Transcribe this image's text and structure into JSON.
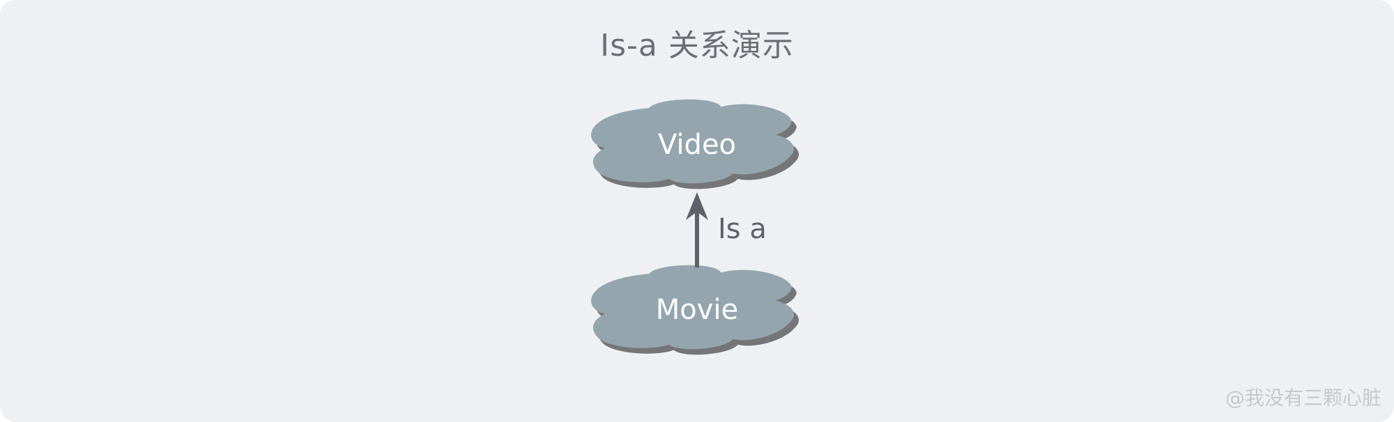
{
  "diagram": {
    "title": "Is-a 关系演示",
    "nodes": [
      {
        "id": "video",
        "label": "Video"
      },
      {
        "id": "movie",
        "label": "Movie"
      }
    ],
    "edges": [
      {
        "from": "movie",
        "to": "video",
        "label": "Is a"
      }
    ]
  },
  "colors": {
    "background": "#eff0f3",
    "cloud_fill": "#95a5ad",
    "cloud_shadow": "#6f6f72",
    "arrow": "#606068",
    "title_text": "#6d6d75",
    "node_text": "#ffffff"
  },
  "watermark": "@我没有三颗心脏"
}
